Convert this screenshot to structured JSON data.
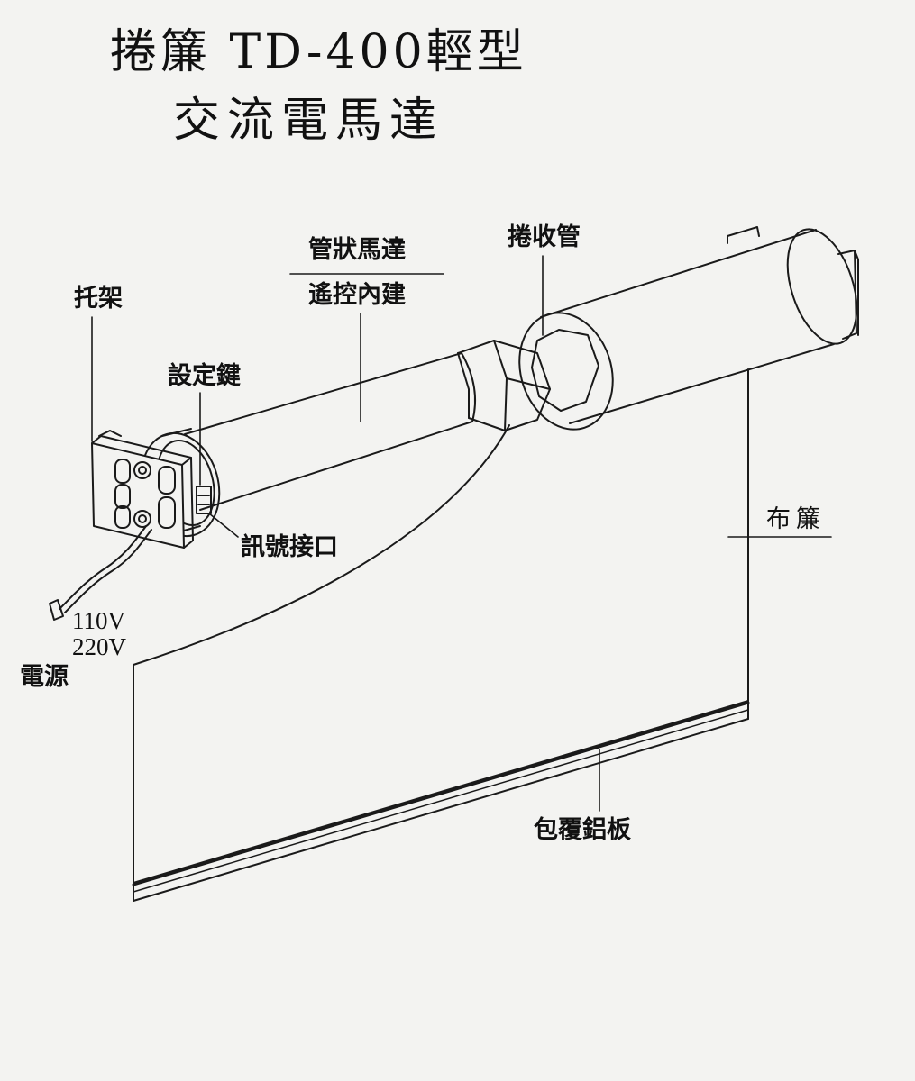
{
  "title": {
    "line1": "捲簾 TD-400輕型",
    "line2": "交流電馬達"
  },
  "labels": {
    "bracket": "托架",
    "tube_motor": "管狀馬達",
    "remote_builtin": "遙控內建",
    "roller_tube": "捲收管",
    "setting_key": "設定鍵",
    "signal_port": "訊號接口",
    "fabric": "布簾",
    "voltage_110": "110V",
    "voltage_220": "220V",
    "power": "電源",
    "bottom_rail": "包覆鋁板"
  }
}
